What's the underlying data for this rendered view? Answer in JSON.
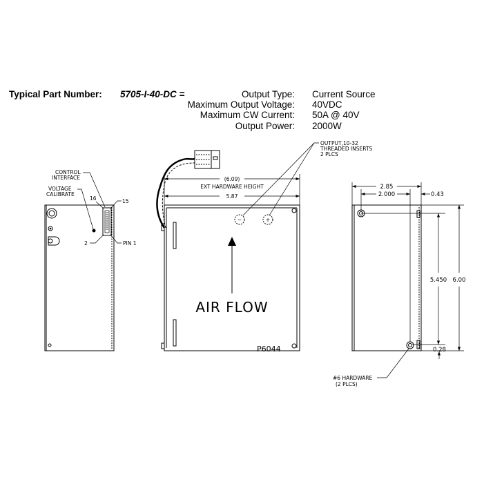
{
  "header": {
    "part_number_label": "Typical Part Number:",
    "part_number": "5705-I-40-DC =",
    "specs": [
      {
        "label": "Output Type:",
        "value": "Current Source"
      },
      {
        "label": "Maximum Output Voltage:",
        "value": "40VDC"
      },
      {
        "label": "Maximum CW Current:",
        "value": "50A @ 40V"
      },
      {
        "label": "Output Power:",
        "value": "2000W"
      }
    ]
  },
  "left_view": {
    "control_interface": [
      "CONTROL",
      "INTERFACE"
    ],
    "voltage_calibrate": [
      "VOLTAGE",
      "CALIBRATE"
    ],
    "pin16": "16",
    "pin15": "15",
    "pin2": "2",
    "pin1": "PIN 1"
  },
  "front_view": {
    "output_note": [
      "OUTPUT,10-32",
      "THREADED INSERTS",
      "2 PLCS"
    ],
    "dim_ext": "(6.09)",
    "ext_label": "EXT HARDWARE HEIGHT",
    "dim_width": "5.87",
    "air_flow": "AIR FLOW",
    "model": "P6044"
  },
  "side_view": {
    "dim_285": "2.85",
    "dim_2000": "2.000",
    "dim_043": "0.43",
    "dim_5450": "5.450",
    "dim_600": "6.00",
    "dim_028": "0.28",
    "hardware_note": [
      "#6 HARDWARE",
      "(2 PLCS)"
    ]
  }
}
